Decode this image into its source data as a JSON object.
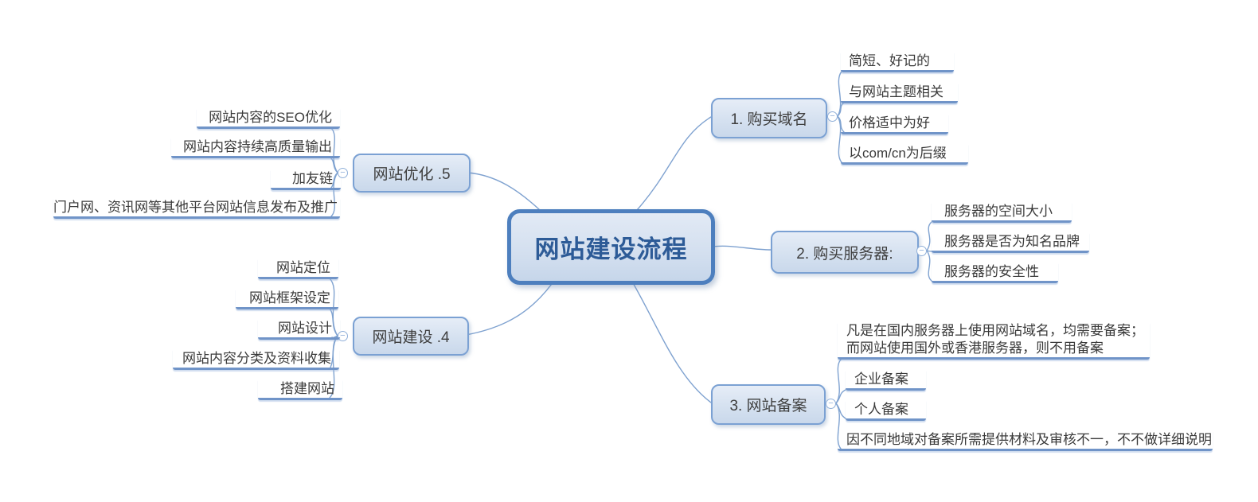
{
  "title": "网站建设流程",
  "toggle_glyph": "−",
  "colors": {
    "central_border": "#4d7fbe",
    "central_text": "#2d5b97",
    "node_border": "#7ba1d3",
    "node_fill": "#d5e1f0",
    "connector_line": "#7fa2d0",
    "leaf_underline": "#7094c8",
    "leaf_text": "#3a3a3a"
  },
  "branches": [
    {
      "label": "1. 购买域名",
      "children": [
        "简短、好记的",
        "与网站主题相关",
        "价格适中为好",
        "以com/cn为后缀"
      ]
    },
    {
      "label": "2. 购买服务器:",
      "children": [
        "服务器的空间大小",
        "服务器是否为知名品牌",
        "服务器的安全性"
      ]
    },
    {
      "label": "3. 网站备案",
      "children": [
        "凡是在国内服务器上使用网站域名，均需要备案；\n而网站使用国外或香港服务器，则不用备案",
        "企业备案",
        "个人备案",
        "因不同地域对备案所需提供材料及审核不一，不不做详细说明"
      ]
    },
    {
      "label": "网站优化 .5",
      "children": [
        "网站内容的SEO优化",
        "网站内容持续高质量输出",
        "加友链",
        "门户网、资讯网等其他平台网站信息发布及推广"
      ]
    },
    {
      "label": "网站建设 .4",
      "children": [
        "网站定位",
        "网站框架设定",
        "网站设计",
        "网站内容分类及资料收集",
        "搭建网站"
      ]
    }
  ]
}
